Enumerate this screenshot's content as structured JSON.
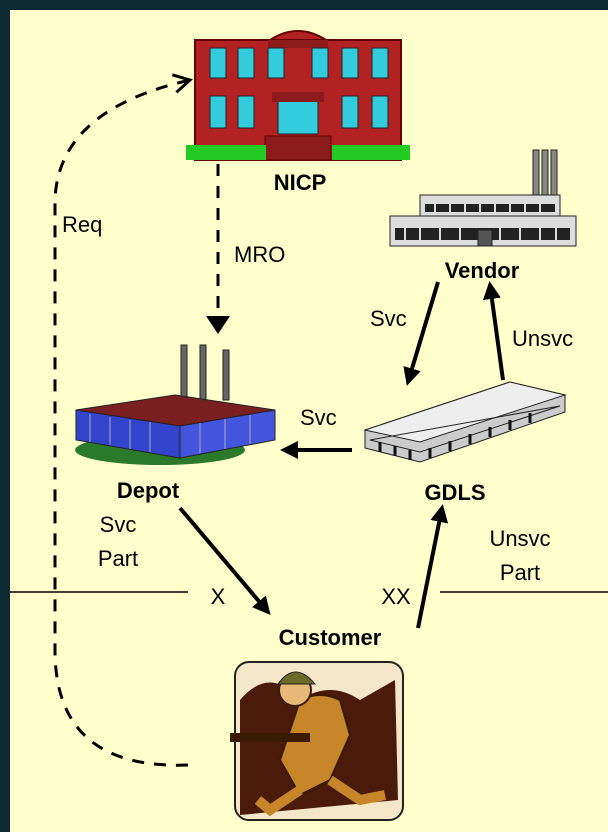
{
  "nodes": {
    "nicp": "NICP",
    "vendor": "Vendor",
    "depot": "Depot",
    "gdls": "GDLS",
    "customer": "Customer"
  },
  "edges": {
    "req": "Req",
    "mro": "MRO",
    "vendor_svc": "Svc",
    "vendor_unsvc": "Unsvc",
    "gdls_svc": "Svc",
    "depot_svc_part_1": "Svc",
    "depot_svc_part_2": "Part",
    "gdls_unsvc_part_1": "Unsvc",
    "gdls_unsvc_part_2": "Part",
    "x_mark": "X",
    "xx_mark": "XX"
  },
  "colors": {
    "background": "#0e2a33",
    "panel": "#ffffcc",
    "brick": "#b22222",
    "window": "#33ccdd",
    "grass": "#22cc22",
    "depot_glass": "#3344cc"
  }
}
